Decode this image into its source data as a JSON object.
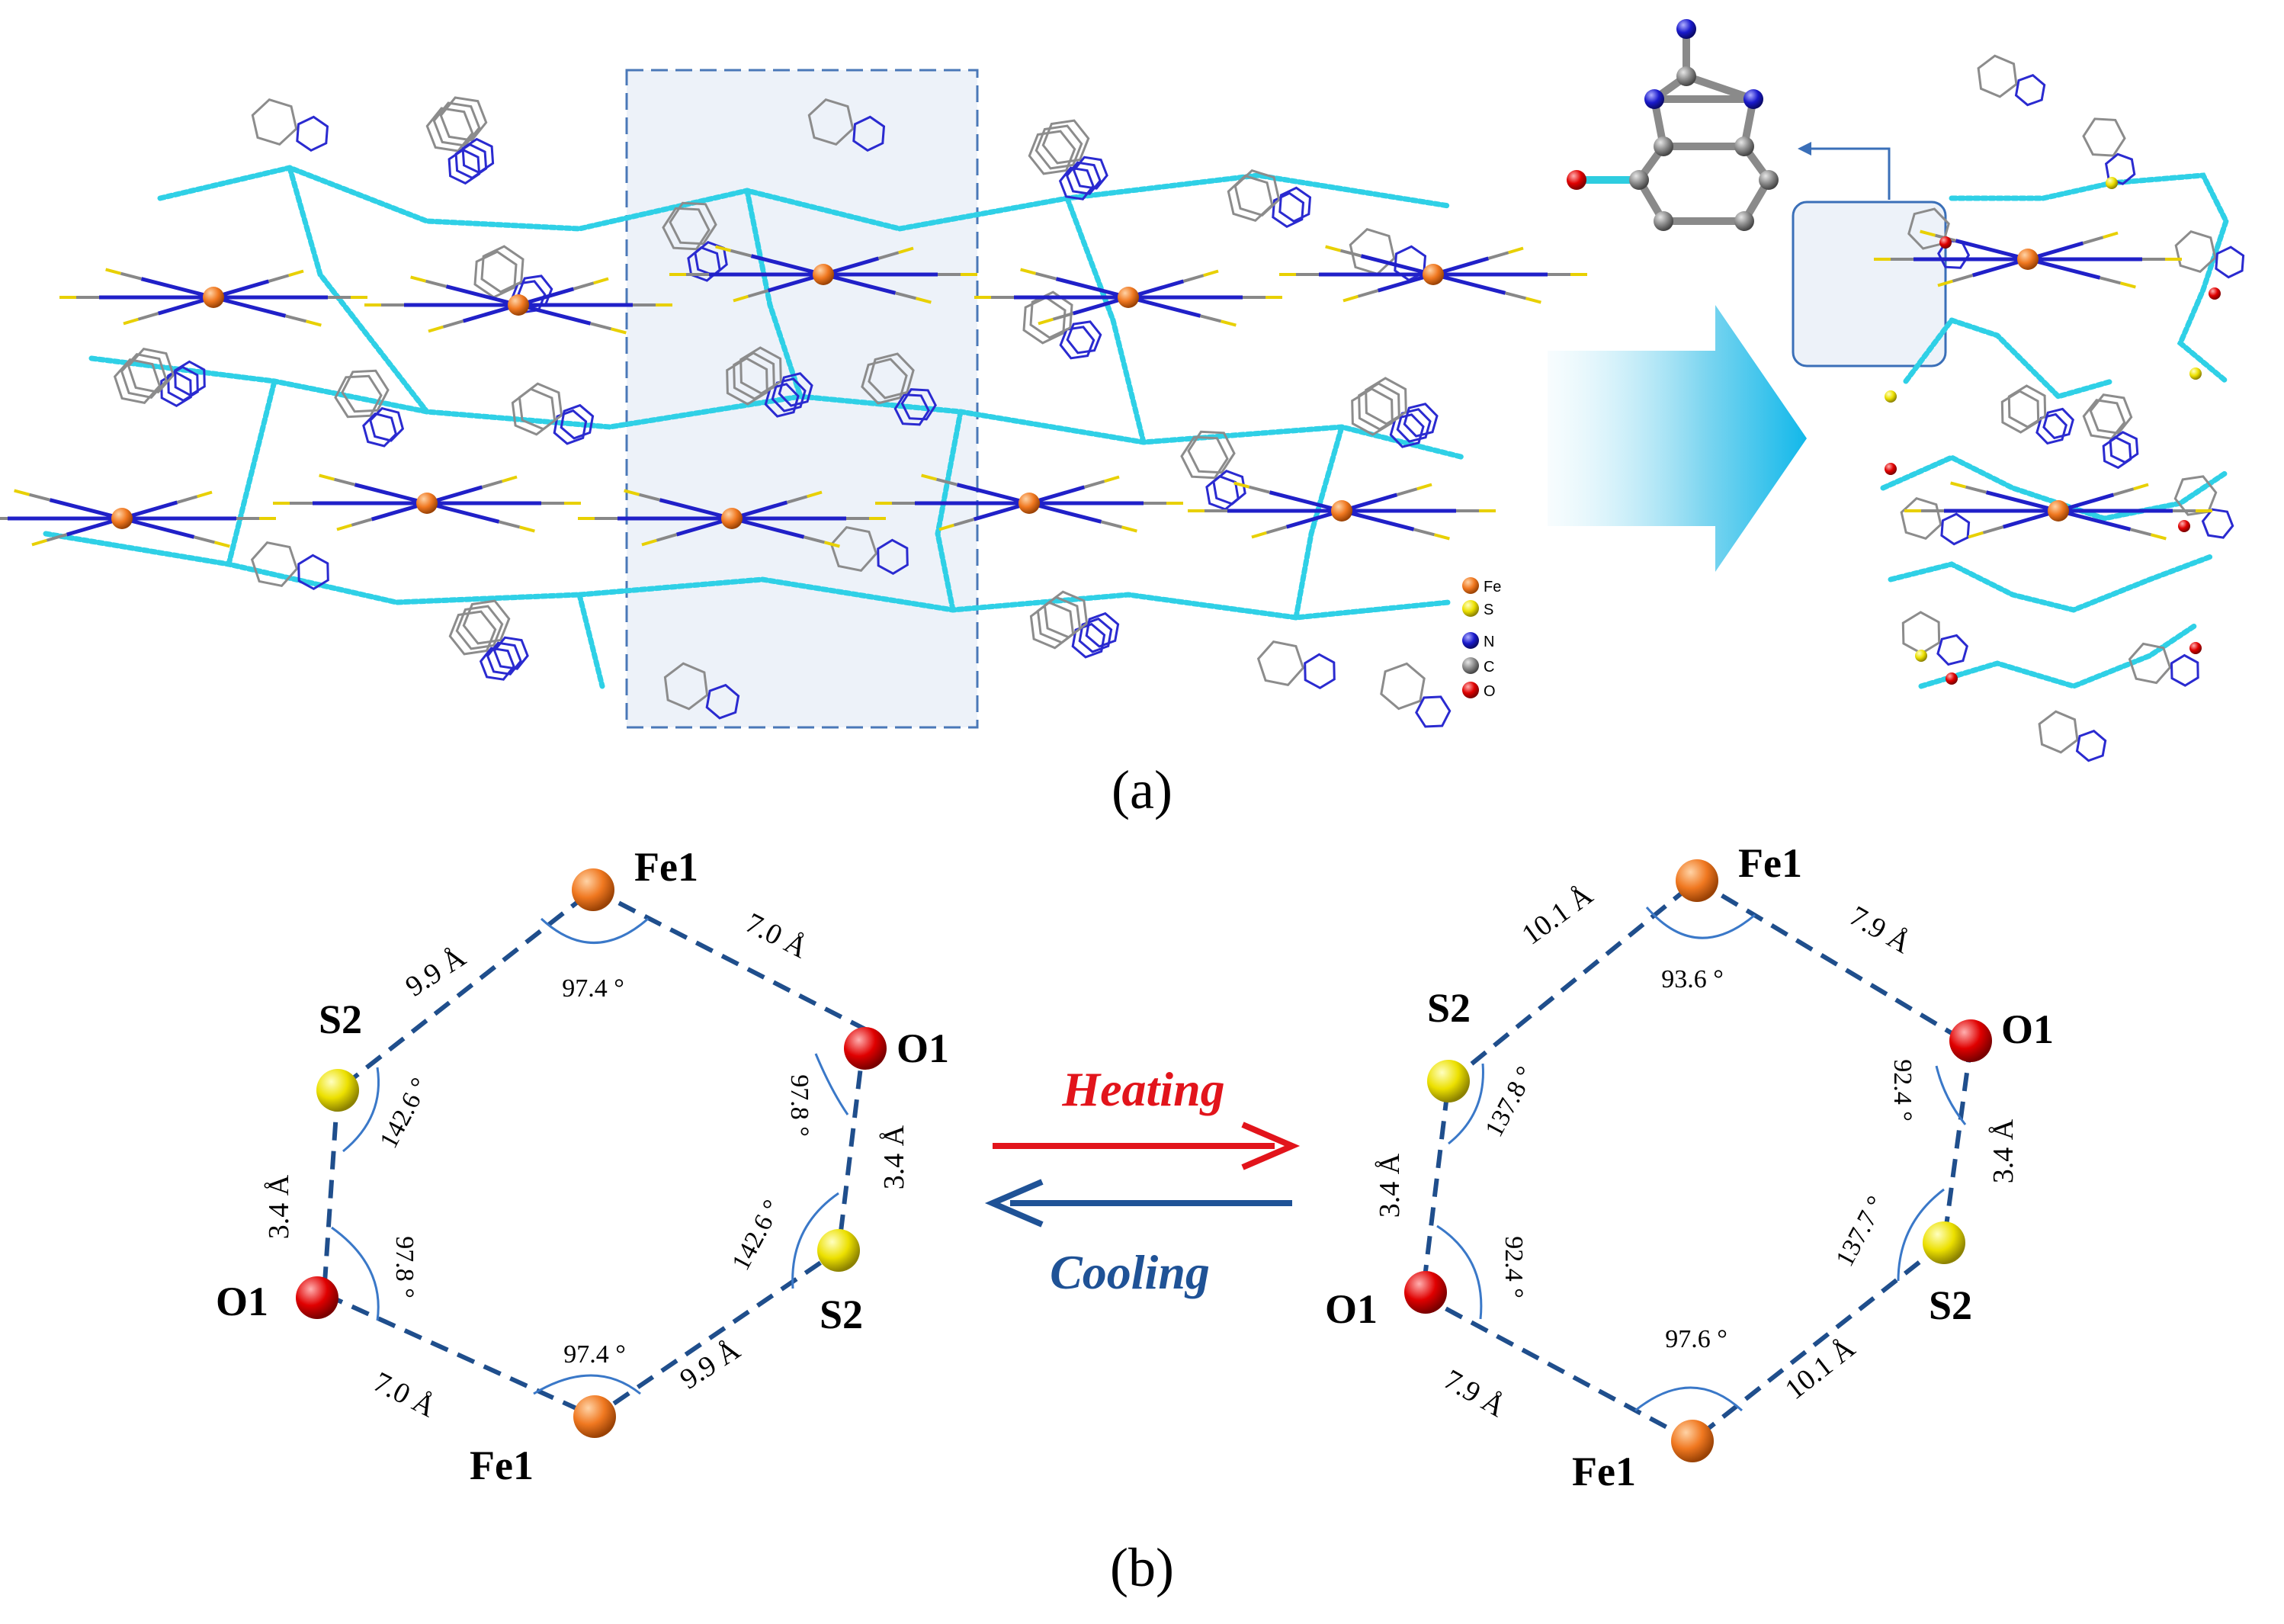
{
  "panel_a": {
    "caption": "(a)",
    "legend": [
      {
        "symbol": "Fe",
        "color": "#f07820"
      },
      {
        "symbol": "S",
        "color": "#e8d000"
      },
      {
        "symbol": "N",
        "color": "#1a1acc"
      },
      {
        "symbol": "C",
        "color": "#8a8a8a"
      },
      {
        "symbol": "O",
        "color": "#e00000"
      }
    ]
  },
  "panel_b": {
    "caption": "(b)",
    "heating_label": "Heating",
    "cooling_label": "Cooling",
    "colors": {
      "heating": "#e2141b",
      "cooling": "#1f5296",
      "bond": "#1f4e8c",
      "angle_arc": "#3a78c8"
    },
    "left": {
      "atoms": {
        "fe_top": "Fe1",
        "fe_bottom": "Fe1",
        "s_left": "S2",
        "s_right": "S2",
        "o_left": "O1",
        "o_right": "O1"
      },
      "distances": {
        "fe_s_top": "9.9 Å",
        "fe_o_top": "7.0 Å",
        "s_o_left": "3.4 Å",
        "o_s_right": "3.4 Å",
        "o_fe_bottom": "7.0 Å",
        "fe_s_bottom": "9.9 Å"
      },
      "angles": {
        "fe_top": "97.4 °",
        "fe_bottom": "97.4 °",
        "s_left": "142.6 °",
        "s_right": "142.6 °",
        "o_left": "97.8 °",
        "o_right": "97.8 °"
      }
    },
    "right": {
      "atoms": {
        "fe_top": "Fe1",
        "fe_bottom": "Fe1",
        "s_left": "S2",
        "s_right": "S2",
        "o_left": "O1",
        "o_right": "O1"
      },
      "distances": {
        "fe_s_top": "10.1 Å",
        "fe_o_top": "7.9 Å",
        "s_o_left": "3.4 Å",
        "o_s_right": "3.4 Å",
        "o_fe_bottom": "7.9 Å",
        "fe_s_bottom": "10.1 Å"
      },
      "angles": {
        "fe_top": "93.6 °",
        "fe_bottom": "97.6 °",
        "s_left": "137.8 °",
        "s_right": "137.7 °",
        "o_left": "92.4 °",
        "o_right": "92.4 °"
      }
    }
  },
  "atom_colors": {
    "fe": "#f07820",
    "s": "#f0e000",
    "o": "#e00000"
  }
}
